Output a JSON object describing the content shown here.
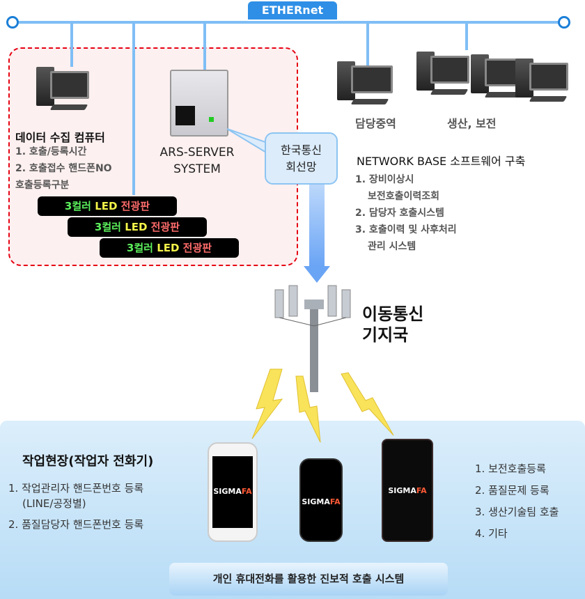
{
  "network": {
    "label": "ETHERnet"
  },
  "data_pc": {
    "title": "데이터 수집 컴퓨터",
    "items": [
      "1. 호출/등록시간",
      "2. 호출접수 핸드폰NO",
      "호출등록구분"
    ]
  },
  "led_board": {
    "part1": "3컬러 ",
    "part2": "LED ",
    "part3": "전광판"
  },
  "server": {
    "line1": "ARS-SERVER",
    "line2": "SYSTEM"
  },
  "telecom": {
    "line1": "한국통신",
    "line2": "회선망"
  },
  "right_pcs": {
    "label1": "담당중역",
    "label2": "생산, 보전"
  },
  "network_base": {
    "title": "NETWORK BASE 소프트웨어 구축",
    "items": [
      "1. 장비이상시",
      "보전호출이력조회",
      "2. 담당자 호출시스템",
      "3. 호출이력 및 사후처리",
      "관리 시스템"
    ]
  },
  "base_station": {
    "line1": "이동통신",
    "line2": "기지국"
  },
  "worksite": {
    "title": "작업현장(작업자 전화기)",
    "items": [
      "1. 작업관리자 핸드폰번호 등록",
      "(LINE/공정별)",
      "2. 품질담당자 핸드폰번호 등록"
    ]
  },
  "phone_logo": {
    "main": "SIGMA",
    "accent": "FA"
  },
  "functions": {
    "items": [
      "1. 보전호출등록",
      "2. 품질문제 등록",
      "3. 생산기술팀 호출",
      "4. 기타"
    ]
  },
  "footer": {
    "label": "개인 휴대전화를 활용한 진보적 호출 시스템"
  },
  "colors": {
    "ethernet": "#2f8fe6",
    "dashed_border": "#e60012",
    "panel": "#b7dcf6"
  }
}
